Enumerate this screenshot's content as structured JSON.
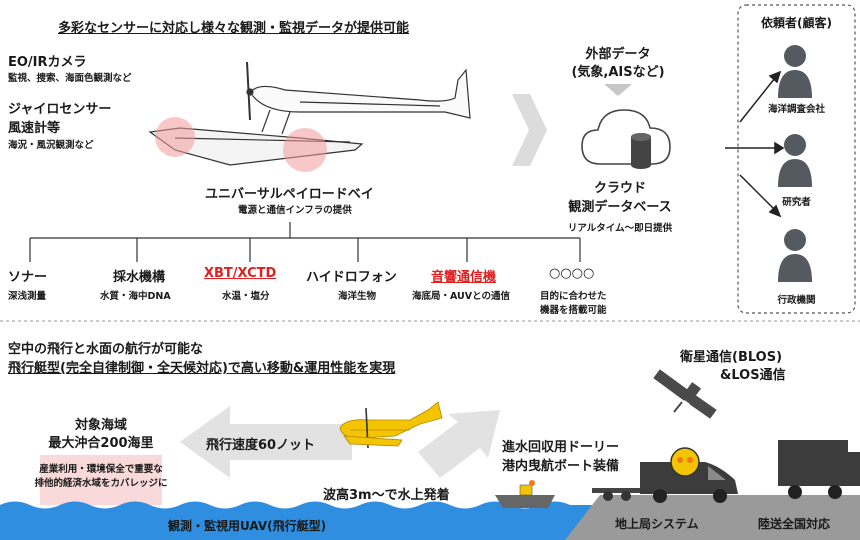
{
  "header": {
    "title": "多彩なセンサーに対応し様々な観測・監視データが提供可能"
  },
  "sensors_left": {
    "camera_title": "EO/IRカメラ",
    "camera_desc": "監視、捜索、海面色観測など",
    "gyro_title": "ジャイロセンサー",
    "wind_title": "風速計等",
    "gyro_desc": "海況・風況観測など"
  },
  "payload": {
    "title": "ユニバーサルペイロードベイ",
    "desc": "電源と通信インフラの提供"
  },
  "sensor_branches": [
    {
      "title": "ソナー",
      "desc": "深浅測量",
      "highlight": false
    },
    {
      "title": "採水機構",
      "desc": "水質・海中DNA",
      "highlight": false
    },
    {
      "title": "XBT/XCTD",
      "desc": "水温・塩分",
      "highlight": true
    },
    {
      "title": "ハイドロフォン",
      "desc": "海洋生物",
      "highlight": false
    },
    {
      "title": "音響通信機",
      "desc": "海底局・AUVとの通信",
      "highlight": true
    },
    {
      "title": "○○○○",
      "desc": "目的に合わせた",
      "desc2": "機器を搭載可能",
      "highlight": false
    }
  ],
  "external_data": {
    "title": "外部データ",
    "subtitle": "(気象,AISなど)"
  },
  "cloud": {
    "title": "クラウド",
    "subtitle": "観測データベース",
    "desc": "リアルタイム〜即日提供"
  },
  "clients": {
    "title": "依頼者(顧客)",
    "items": [
      "海洋調査会社",
      "研究者",
      "行政機関"
    ]
  },
  "bottom": {
    "headline1": "空中の飛行と水面の航行が可能な",
    "headline2": "飛行艇型(完全自律制御・全天候対応)で高い移動&運用性能を実現",
    "target_title": "対象海域",
    "target_range": "最大沖合200海里",
    "target_desc1": "産業利用・環境保全で重要な",
    "target_desc2": "排他的経済水域をカバレッジに",
    "speed": "飛行速度60ノット",
    "wave": "波高3m〜で水上発着",
    "satellite1": "衛星通信(BLOS)",
    "satellite2": "&LOS通信",
    "trailer1": "進水回収用ドーリー",
    "trailer2": "港内曳航ボート装備",
    "uav_label": "観測・監視用UAV(飛行艇型)",
    "ground_station": "地上局システム",
    "transport": "陸送全国対応"
  },
  "colors": {
    "sea": "#2f8ee0",
    "gray_figure": "#555a60",
    "plane_yellow": "#f5c400",
    "highlight_red": "#e02020"
  }
}
